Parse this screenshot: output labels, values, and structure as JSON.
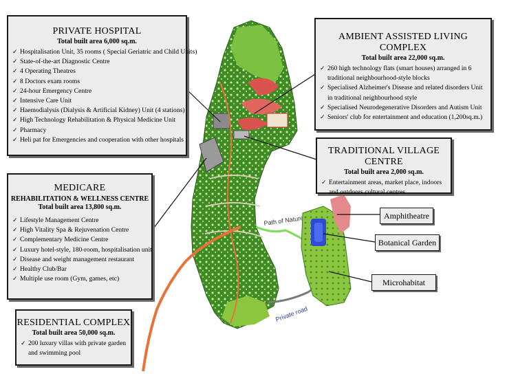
{
  "boxes": {
    "hospital": {
      "title": "PRIVATE HOSPITAL",
      "area": "Total built area 6,000 sq.m.",
      "items": [
        "Hospitalisation Unit, 35 rooms ( Special Geriatric and Child Units)",
        "State-of-the-art Diagnostic Centre",
        "4 Operating Theatres",
        "8 Doctors exam rooms",
        "24-hour Emergency Centre",
        "Intensive Care Unit",
        "Haemodialysis (Dialysis & Artificial Kidney) Unit (4 stations)",
        "High Technology Rehabilitation & Physical Medicine Unit",
        "Pharmacy",
        "Heli pat for Emergencies and cooperation with other hospitals"
      ]
    },
    "medicare": {
      "title": "MEDICARE",
      "subtitle": "REHABILITATION & WELLNESS  CENTRE",
      "area": "Total built area 13,800 sq.m.",
      "items": [
        "Lifestyle Management Centre",
        "High Vitality Spa & Rejuvenation Centre",
        "Complementary Medicine Centre",
        "Luxury hotel-style, 180-room, hospitalisation unit",
        "Disease and weight management restaurant",
        "Healthy Club/Bar",
        "Multiple use room (Gym, games, etc)"
      ]
    },
    "residential": {
      "title": "RESIDENTIAL COMPLEX",
      "area": "Total built area 50,000 sq.m.",
      "items": [
        "200 luxury villas with private garden and swimming pool"
      ]
    },
    "ambient": {
      "title": "AMBIENT ASSISTED LIVING COMPLEX",
      "area": "Total built area 22,000 sq.m.",
      "items": [
        "260 high technology flats (smart houses) arranged in 6 traditional neighbourhood-style blocks",
        "Specialised Alzheimer's Disease and related disorders Unit in traditional neighbourhood style",
        "Specialised Neurodegenerative Disorders and Autism Unit",
        "Seniors' club for entertainment and education (1,200sq.m.)"
      ]
    },
    "village": {
      "title": "TRADITIONAL VILLAGE CENTRE",
      "area": "Total built area 2,000 sq.m.",
      "items": [
        "Entertainment areas, market place, indoors and outdoors cultural centres"
      ]
    }
  },
  "tags": {
    "amphitheatre": "Amphitheatre",
    "botanical": "Botanical Garden",
    "microhabitat": "Microhabitat"
  },
  "map_labels": {
    "path_of_nature": "Path of Nature",
    "private_road": "Private road"
  },
  "colors": {
    "box_fill": "#ececec",
    "vegetation_dark": "#2f7d1f",
    "vegetation_light": "#8cc63f",
    "road": "#e8733a",
    "path": "#7fdc5a",
    "water": "#2f4bd0",
    "amphitheatre": "#e58a8a"
  }
}
